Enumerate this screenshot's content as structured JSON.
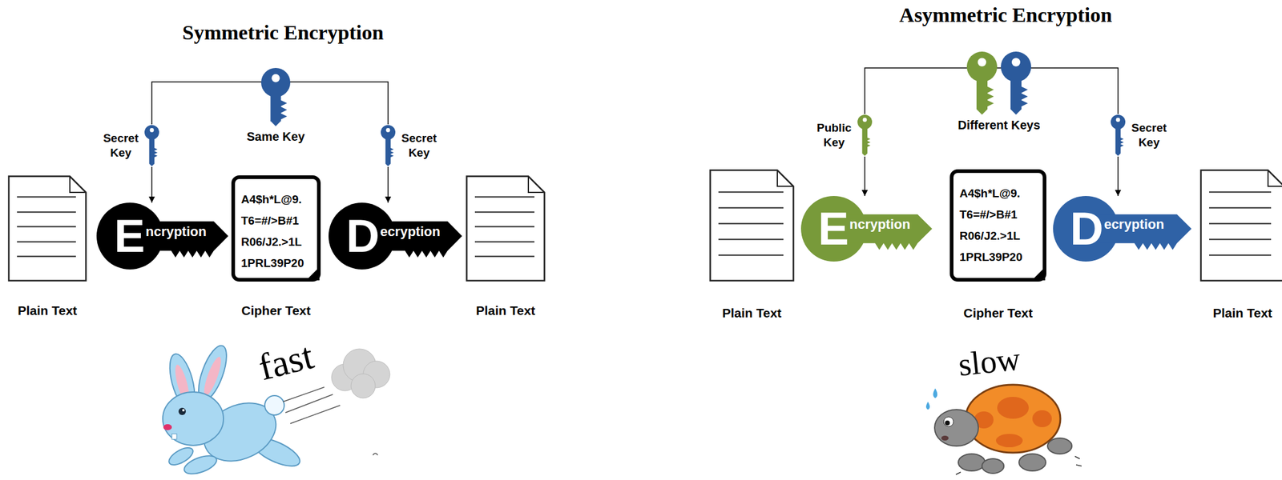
{
  "diagram": {
    "nodes": [
      {
        "text": [
          "Same Key"
        ]
      },
      {
        "text": [
          "Secret Key"
        ]
      },
      {
        "text": [
          "Secret Key"
        ]
      },
      {
        "text": [
          "Plain Text"
        ]
      },
      {
        "text": [
          "Encryption"
        ]
      },
      {
        "text": [
          "A4$h*L@9. T6=#/>B#1 R06/J2.>1L 1PRL39P20",
          "Cipher Text"
        ]
      },
      {
        "text": [
          "Decryption"
        ]
      },
      {
        "text": [
          "Plain Text"
        ]
      },
      {
        "text": [
          "Different Keys"
        ]
      },
      {
        "text": [
          "Public Key"
        ]
      },
      {
        "text": [
          "Secret Key"
        ]
      },
      {
        "text": [
          "Plain Text"
        ]
      },
      {
        "text": [
          "Encryption"
        ]
      },
      {
        "text": [
          "A4$h*L@9. T6=#/>B#1 R06/J2.>1L 1PRL39P20",
          "Cipher Text"
        ]
      },
      {
        "text": [
          "Decryption"
        ]
      },
      {
        "text": [
          "Plain Text"
        ]
      }
    ],
    "edges": [
      {
        "from": 0,
        "to": 1,
        "arrow": "none"
      },
      {
        "from": 1,
        "to": 4,
        "arrow": "to"
      },
      {
        "from": 0,
        "to": 2,
        "arrow": "none"
      },
      {
        "from": 2,
        "to": 6,
        "arrow": "to"
      },
      {
        "from": 8,
        "to": 9,
        "arrow": "none"
      },
      {
        "from": 9,
        "to": 12,
        "arrow": "to"
      },
      {
        "from": 8,
        "to": 10,
        "arrow": "none"
      },
      {
        "from": 10,
        "to": 14,
        "arrow": "to"
      }
    ],
    "labels": [
      "Symmetric Encryption",
      "Asymmetric Encryption",
      "fast",
      "slow"
    ]
  }
}
